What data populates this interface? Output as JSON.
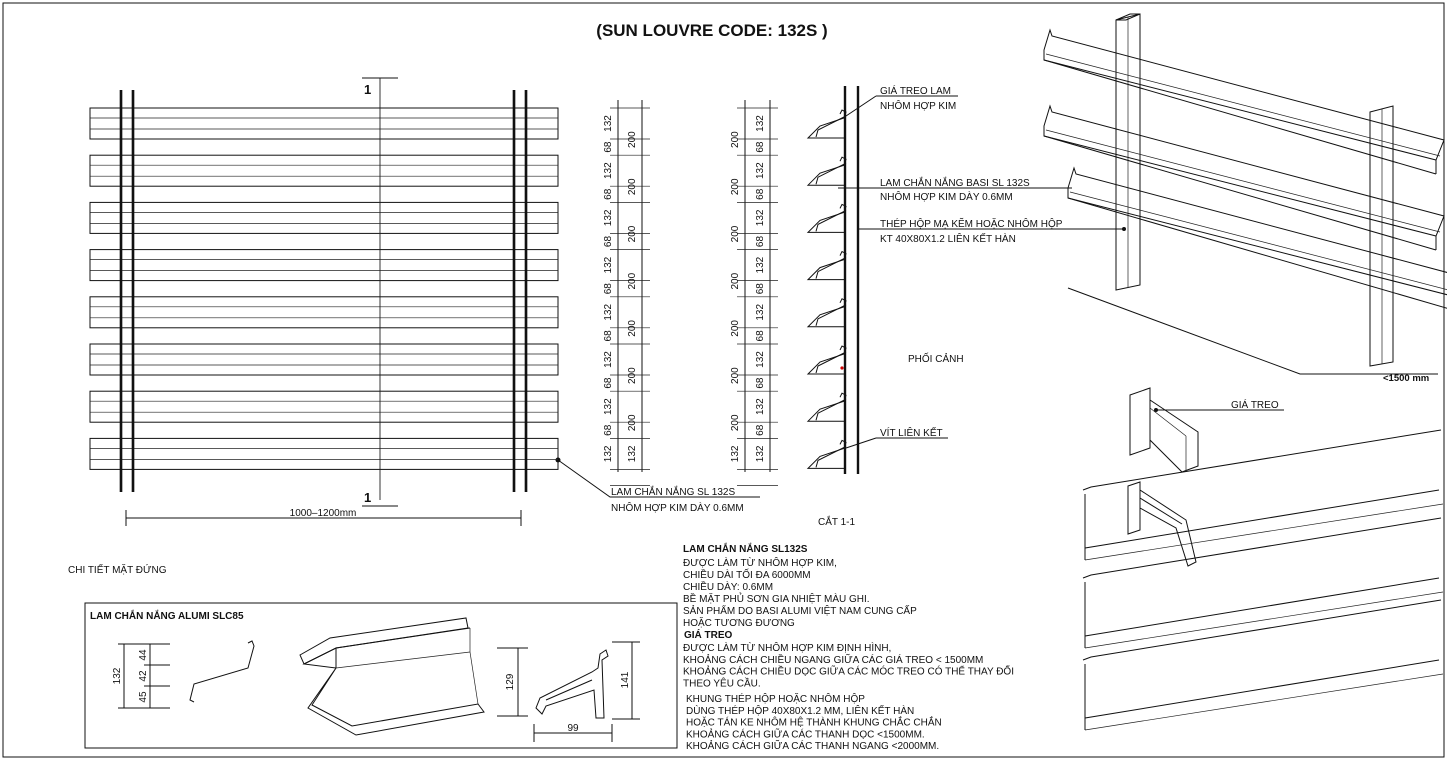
{
  "title": "(SUN LOUVRE CODE: 132S )",
  "elevation": {
    "section_mark": "1",
    "width_dim": "1000–1200mm",
    "louvre_label_1": "LAM CHẮN NẮNG SL 132S",
    "louvre_label_2": "NHÔM HỢP KIM DÀY 0.6MM",
    "caption": "CHI TIẾT MẶT ĐỨNG",
    "slat_count": 8
  },
  "dims": {
    "a": "132",
    "b": "68",
    "c": "200"
  },
  "section": {
    "caption": "CẮT 1-1",
    "callouts": [
      {
        "line1": "GIÁ TREO LAM",
        "line2": "NHÔM HỢP KIM"
      },
      {
        "line1": "LAM CHẮN NẮNG BASI SL 132S",
        "line2": "NHÔM HỢP KIM DÀY 0.6MM"
      },
      {
        "line1": "THÉP HỘP MẠ KẼM HOẶC NHÔM HỘP",
        "line2": "KT 40X80X1.2 LIÊN KẾT HÀN"
      },
      {
        "line1": "VÍT LIÊN KẾT",
        "line2": ""
      }
    ]
  },
  "perspective": {
    "caption": "PHỐI CẢNH",
    "spacing": "<1500 mm",
    "bracket_label": "GIÁ TREO"
  },
  "notes": {
    "heading1": "LAM CHẮN NẮNG SL132S",
    "lines1": [
      "ĐƯỢC LÀM TỪ NHÔM HỢP KIM,",
      "CHIỀU DÀI TỐI ĐA 6000MM",
      "CHIỀU DÀY: 0.6MM",
      "BỀ MẶT PHỦ SƠN GIA NHIỆT MÀU GHI.",
      "SẢN PHẨM DO BASI ALUMI VIỆT NAM CUNG CẤP",
      "HOẶC TƯƠNG ĐƯƠNG"
    ],
    "heading2": "GIÁ TREO",
    "lines2": [
      "ĐƯỢC LÀM TỪ NHÔM HỢP KIM ĐỊNH HÌNH,",
      "KHOẢNG CÁCH CHIỀU NGANG GIỮA CÁC GIÁ TREO < 1500MM",
      "KHOẢNG CÁCH CHIỀU DỌC GIỮA CÁC MÓC TREO CÓ THỂ THAY ĐỔI",
      "THEO YÊU CẦU."
    ],
    "lines3": [
      "KHUNG THÉP HỘP HOẶC NHÔM HỘP",
      "DÙNG THÉP HỘP 40X80X1.2 MM, LIÊN KẾT HÀN",
      "HOẶC TÁN KE NHÔM HỆ THÀNH KHUNG CHẮC CHẮN",
      "KHOẢNG CÁCH GIỮA CÁC THANH DỌC <1500MM.",
      "KHOẢNG CÁCH GIỮA CÁC THANH NGANG <2000MM."
    ]
  },
  "alumi": {
    "title": "LAM CHẮN NẮNG  ALUMI SLC85",
    "dim_total": "132",
    "dim_44": "44",
    "dim_42": "42",
    "dim_45": "45",
    "dim_129": "129",
    "dim_141": "141",
    "dim_99": "99"
  }
}
